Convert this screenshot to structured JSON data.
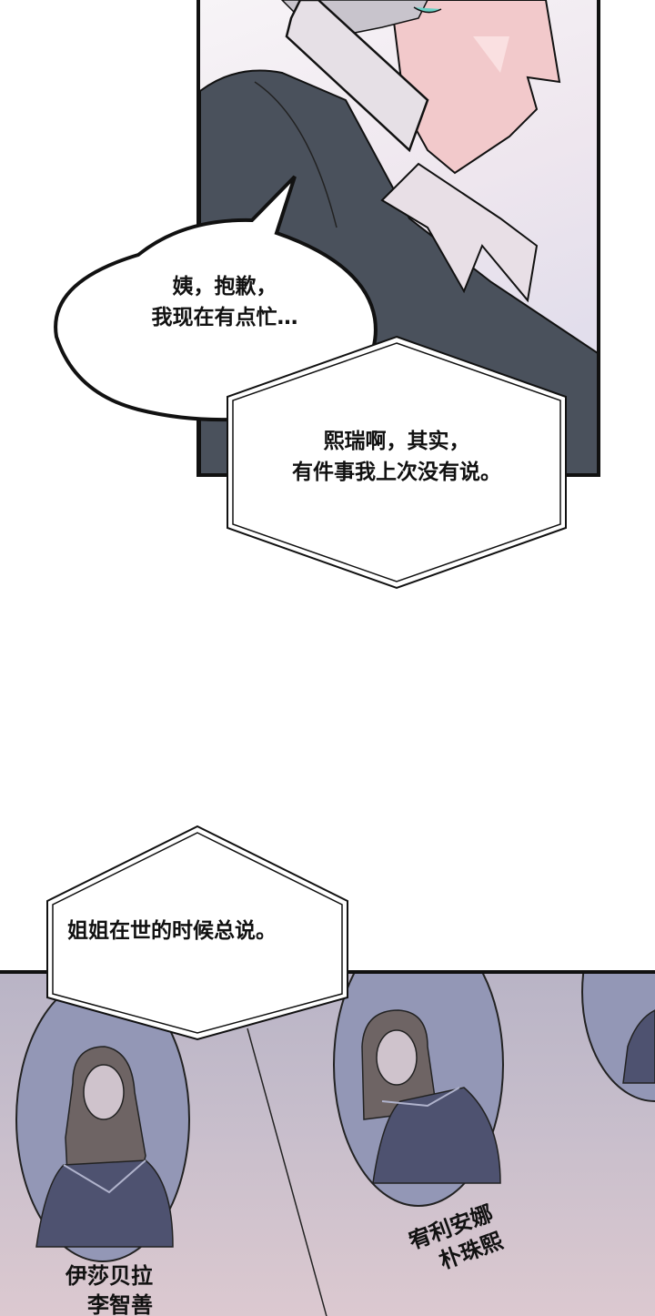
{
  "panels": [
    {
      "id": "panel-1",
      "description": "Young man with silver hair holding a phone to his ear, dark jacket over white collared shirt",
      "speech_bubble": {
        "lines": [
          "姨，抱歉，",
          "我现在有点忙…"
        ]
      },
      "narration_box": {
        "lines": [
          "熙瑞啊，其实，",
          "有件事我上次没有说。"
        ]
      }
    },
    {
      "id": "narration-between",
      "narration_box": {
        "lines": [
          "姐姐在世的时候总说。"
        ]
      }
    },
    {
      "id": "panel-2",
      "description": "Yearbook-style oval portraits of faceless schoolgirls in sailor uniforms",
      "portraits": [
        {
          "name_lines": [
            "伊莎贝拉",
            "李智善"
          ]
        },
        {
          "name_lines": [
            "宥利安娜",
            "朴珠熙"
          ]
        },
        {
          "name_lines": []
        }
      ]
    }
  ],
  "colors": {
    "jacket": "#4a515c",
    "shirt": "#e8dfe6",
    "skin": "#f2c9cb",
    "hair": "#c8c4cc",
    "eye": "#69d1c5",
    "uniform": "#4e5270",
    "portrait_bg": "#9397b6",
    "girl_hair": "#6e6464"
  }
}
